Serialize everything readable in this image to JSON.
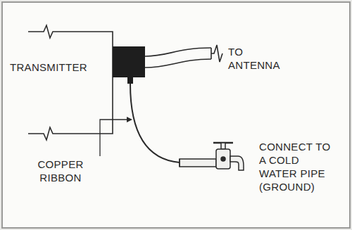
{
  "diagram": {
    "labels": [
      "TRANSMITTER",
      "TO ANTENNA",
      "COPPER RIBBON",
      "CONNECT TO A COLD WATER PIPE (GROUND)"
    ]
  }
}
